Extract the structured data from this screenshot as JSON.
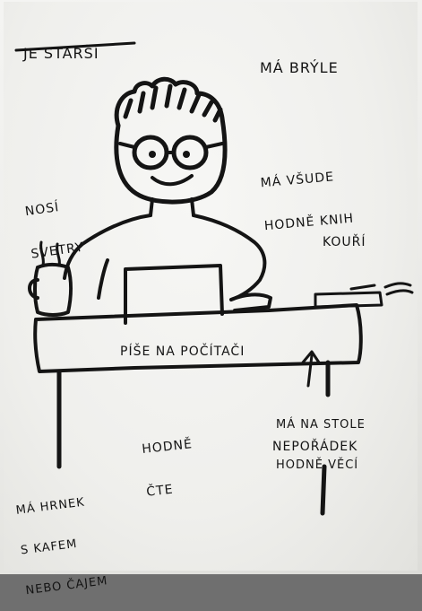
{
  "drawing": {
    "labels": {
      "is_older": "JE STARŠÍ",
      "has_glasses": "MÁ BRÝLE",
      "wears_sweaters": [
        "NOSÍ",
        "SVETRY"
      ],
      "books_everywhere": [
        "MÁ VŠUDE",
        "HODNĚ KNIH"
      ],
      "smokes": "KOUŘÍ",
      "writes_on_computer": "PÍŠE NA POČÍTAČI",
      "reads_a_lot": [
        "HODNĚ",
        "ČTE"
      ],
      "many_things_on_desk": [
        "MÁ NA STOLE",
        "HODNĚ VĚCÍ"
      ],
      "mess": "NEPOŘÁDEK",
      "mug": [
        "MÁ HRNEK",
        "S KAFEM",
        "NEBO ČAJEM"
      ]
    },
    "ink_color": "#141414",
    "paper_color": "#f2f2ef"
  }
}
